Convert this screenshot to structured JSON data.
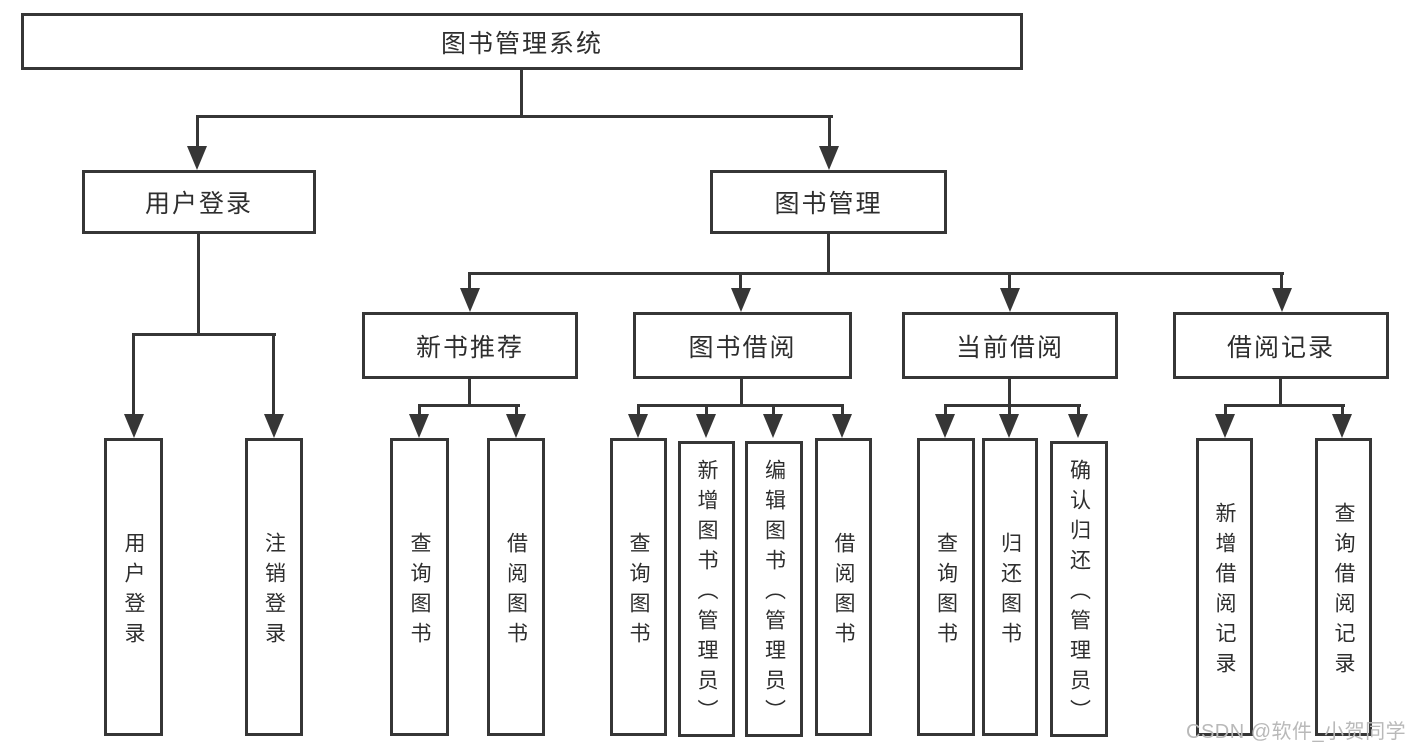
{
  "tree": {
    "label": "图书管理系统",
    "children": [
      {
        "label": "用户登录",
        "children": [
          {
            "label": "用户登录"
          },
          {
            "label": "注销登录"
          }
        ]
      },
      {
        "label": "图书管理",
        "children": [
          {
            "label": "新书推荐",
            "children": [
              {
                "label": "查询图书"
              },
              {
                "label": "借阅图书"
              }
            ]
          },
          {
            "label": "图书借阅",
            "children": [
              {
                "label": "查询图书"
              },
              {
                "label": "新增图书（管理员）"
              },
              {
                "label": "编辑图书（管理员）"
              },
              {
                "label": "借阅图书"
              }
            ]
          },
          {
            "label": "当前借阅",
            "children": [
              {
                "label": "查询图书"
              },
              {
                "label": "归还图书"
              },
              {
                "label": "确认归还（管理员）"
              }
            ]
          },
          {
            "label": "借阅记录",
            "children": [
              {
                "label": "新增借阅记录"
              },
              {
                "label": "查询借阅记录"
              }
            ]
          }
        ]
      }
    ]
  },
  "watermark": {
    "text": "CSDN @软件_小贺同学"
  },
  "icons": {
    "arrowhead": "solid-down-triangle"
  },
  "colors": {
    "line": "#363636",
    "border": "#363636",
    "text": "#2e2e2e",
    "background": "#ffffff",
    "watermark": "#b9b9b9"
  }
}
